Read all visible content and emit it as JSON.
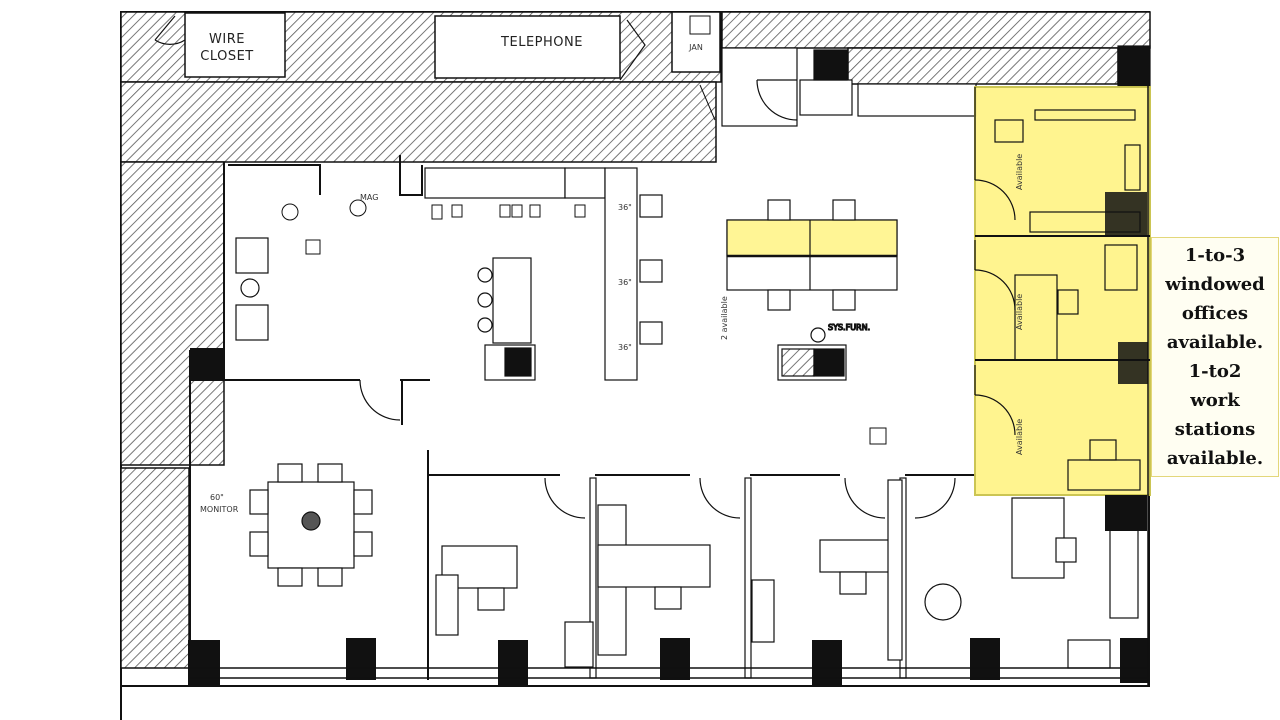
{
  "rooms": {
    "wire_closet": [
      "WIRE",
      "CLOSET"
    ],
    "telephone": "TELEPHONE",
    "jan": "JAN",
    "mag": "MAG",
    "sys_furn": "SYS.FURN.",
    "monitor_tag": [
      "60\"",
      "MONITOR"
    ],
    "two_available": "2 available",
    "available": "Available"
  },
  "shelf_tags": [
    "36\"",
    "36\"",
    "36\""
  ],
  "callout_lines": [
    "1-to-3",
    "windowed",
    "offices",
    "available.",
    "1-to2",
    "work",
    "stations",
    "available."
  ],
  "colors": {
    "highlight": "#fff48a",
    "highlight_border": "#c9c24a",
    "hatch": "#555555",
    "wall": "#111111"
  }
}
